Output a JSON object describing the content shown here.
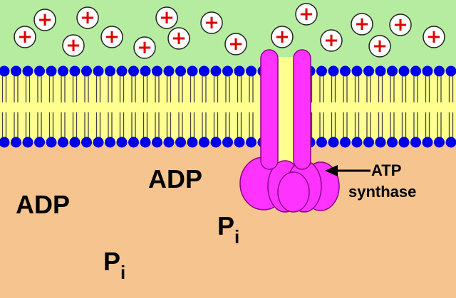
{
  "diagram": {
    "labels": {
      "adp_left": "ADP",
      "adp_center": "ADP",
      "pi_main_1": "P",
      "pi_sub_1": "i",
      "pi_main_2": "P",
      "pi_sub_2": "i",
      "atp_synthase_line1": "ATP",
      "atp_synthase_line2": "synthase"
    },
    "proton_symbol": "+",
    "colors": {
      "outer_space": "#b6ec9f",
      "inner_space": "#f5c48f",
      "membrane_core": "#ffff90",
      "lipid_head": "#0000e6",
      "proton_fill": "#ffffff",
      "proton_plus": "#e00000",
      "atp_synthase": "#ff33ff",
      "atp_synthase_outline": "#8a008a",
      "channel": "#ffff90"
    }
  }
}
